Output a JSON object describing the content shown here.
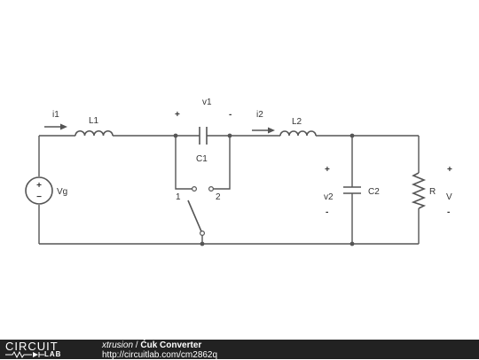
{
  "labels": {
    "i1": "i1",
    "L1": "L1",
    "v1": "v1",
    "C1": "C1",
    "i2": "i2",
    "L2": "L2",
    "C2": "C2",
    "v2": "v2",
    "R": "R",
    "V": "V",
    "Vg": "Vg",
    "sw1": "1",
    "sw2": "2",
    "plus": "+",
    "minus": "-"
  },
  "source_symbols": {
    "plus": "+",
    "minus": "−"
  },
  "footer": {
    "logo_top": "CIRCUIT",
    "logo_bottom": "LAB",
    "author": "xtrusion",
    "separator": " / ",
    "title": "Ćuk Converter",
    "url": "http://circuitlab.com/cm2862q"
  },
  "colors": {
    "wire": "#555555",
    "footer_bg": "#222222"
  }
}
